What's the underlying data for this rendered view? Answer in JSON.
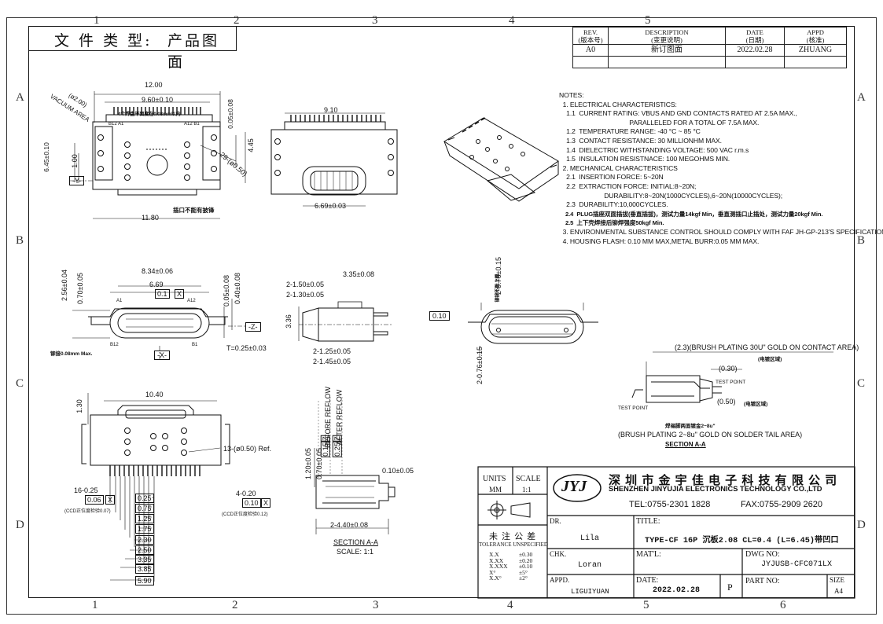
{
  "zones": {
    "columns": [
      "1",
      "2",
      "3",
      "4",
      "5",
      "6"
    ],
    "rows": [
      "A",
      "B",
      "C",
      "D"
    ]
  },
  "doc_type": {
    "label": "文 件 类 型:",
    "value": "产品图面"
  },
  "revision_table": {
    "headers": [
      [
        "REV.",
        "(版本号)"
      ],
      [
        "DESCRIPTION",
        "(变更说明)"
      ],
      [
        "DATE",
        "(日期)"
      ],
      [
        "APPD",
        "(核准)"
      ]
    ],
    "rows": [
      [
        "A0",
        "新订图面",
        "2022.02.28",
        "ZHUANG"
      ]
    ]
  },
  "notes": {
    "title": "NOTES:",
    "lines": [
      "  1. ELECTRICAL CHARACTERISTICS:",
      "    1.1  CURRENT RATING: VBUS AND GND CONTACTS RATED AT 2.5A MAX.,",
      "                                       PARALLELED FOR A TOTAL OF 7.5A MAX.",
      "    1.2  TEMPERATURE RANGE: -40 °C ~ 85 °C",
      "    1.3  CONTACT RESISTANCE: 30 MILLIONHM MAX.",
      "    1.4  DIELECTRIC WITHSTANDING VOLTAGE: 500 VAC r.m.s",
      "    1.5  INSULATION RESISTNACE: 100 MEGOHMS MIN.",
      "  2. MECHANICAL CHARACTERISTICS",
      "    2.1  INSERTION FORCE: 5~20N",
      "    2.2  EXTRACTION FORCE: INITIAL:8~20N;",
      "                         DURABILITY:8~20N(1000CYCLES),6~20N(10000CYCLES);",
      "    2.3  DURABILITY:10,000CYCLES.",
      "    2.4  PLUG插座双面插拔(垂直插拔)，测试力量14kgf Min，垂直测插口止插处，测试力量20kgf Min.",
      "    2.5  上下壳焊接后铆焊强度50kgf Min.",
      "  3. ENVIRONMENTAL SUBSTANCE CONTROL SHOULD COMPLY WITH FAF JH-GP-213'S SPECIFICATION;",
      "  4. HOUSING FLASH: 0.10 MM MAX,METAL BURR:0.05 MM MAX."
    ]
  },
  "dimensions": {
    "top_view": [
      "12.00",
      "9.60±0.10",
      "(ø2.00)",
      "VACUUM AREA",
      "6.45±0.10",
      "1.00",
      "0.05±0.08",
      "4.45",
      "29-(ø0.50)",
      "11.80",
      "插口不能有披锋",
      "4个焊盘平面度在0.08mm以内",
      "A12 B1",
      "B12 A1",
      "-Y-"
    ],
    "top_view2": [
      "9.10",
      "6.69±0.03"
    ],
    "front_view": [
      "8.34±0.06",
      "6.69",
      "0.1",
      "X",
      "2.56±0.04",
      "0.70±0.05",
      "0.05±0.08",
      "0.40±0.08",
      "T=0.25±0.03",
      "-Z-",
      "-X-",
      "A1",
      "A12",
      "B12",
      "B1",
      "铆接0.08mm Max."
    ],
    "side_view": [
      "3.35±0.08",
      "2-1.50±0.05",
      "2-1.30±0.05",
      "3.36",
      "2-1.25±0.05",
      "2-1.45±0.05"
    ],
    "mid_front": [
      "2-0.76±0.15",
      "2-0.76±0.15",
      "0.10",
      "铆接不能上翘"
    ],
    "section_a": [
      "(2.3)(BRUSH PLATING 30U\" GOLD ON CONTACT AREA)",
      "(电镀区域)",
      "(0.30)",
      "TEST POINT",
      "(0.50)",
      "(电镀区域)",
      "TEST POINT",
      "焊锡脚两面镀金2~8u\"",
      "(BRUSH PLATING 2~8u\" GOLD ON SOLDER TAIL AREA)",
      "SECTION A-A"
    ],
    "bottom_view": [
      "10.40",
      "1.30",
      "13-(ø0.50) Ref.",
      "16-0.25",
      "0.06",
      "X",
      "4-0.20",
      "0.10",
      "X",
      "(CCD正位度检验0.07)",
      "(CCD正位度检验0.12)",
      "0.25",
      "0.75",
      "1.25",
      "1.75",
      "2.30",
      "2.50",
      "3.35",
      "3.85",
      "5.90"
    ],
    "section_small": [
      "1.20±0.05",
      "0.70±0.05",
      "0.15",
      "Z",
      "0.25",
      "Z",
      "BEFORE REFLOW",
      "AFTER REFLOW",
      "0.10±0.05",
      "2-4.40±0.08",
      "SECTION A-A",
      "SCALE: 1:1"
    ]
  },
  "title_block": {
    "units_label": "UNITS",
    "units_value": "MM",
    "scale_label": "SCALE",
    "scale_value": "1:1",
    "logo_text": "JYJ",
    "company_cn": "深 圳 市 金 宇 佳 电 子 科 技 有 限 公 司",
    "company_en": "SHENZHEN JINYUJIA ELECTRONICS TECHNOLOGY CO.,LTD",
    "tel": "TEL:0755-2301 1828",
    "fax": "FAX:0755-2909 2620",
    "tolerance_cn": "未 注 公 差",
    "tolerance_en": "TOLERANCE UNSPECIFIED",
    "tolerances": [
      [
        "X.X",
        "±0.30"
      ],
      [
        "X.XX",
        "±0.20"
      ],
      [
        "X.XXX",
        "±0.10"
      ],
      [
        "X°",
        "±5°"
      ],
      [
        "X.X°",
        "±2°"
      ]
    ],
    "dr_label": "DR.",
    "dr_value": "Lila",
    "chk_label": "CHK.",
    "chk_value": "Loran",
    "appd_label": "APPD.",
    "appd_value": "LIGUIYUAN",
    "title_label": "TITLE:",
    "title_value": "TYPE-CF 16P 沉板2.08 CL=0.4 (L=6.45)带凹口",
    "mat_label": "MAT'L:",
    "dwg_label": "DWG NO:",
    "dwg_value": "JYJUSB-CFC071LX",
    "date_label": "DATE:",
    "date_value": "2022.02.28",
    "proj_value": "P",
    "part_label": "PART NO:",
    "size_label": "SIZE",
    "size_value": "A4"
  }
}
